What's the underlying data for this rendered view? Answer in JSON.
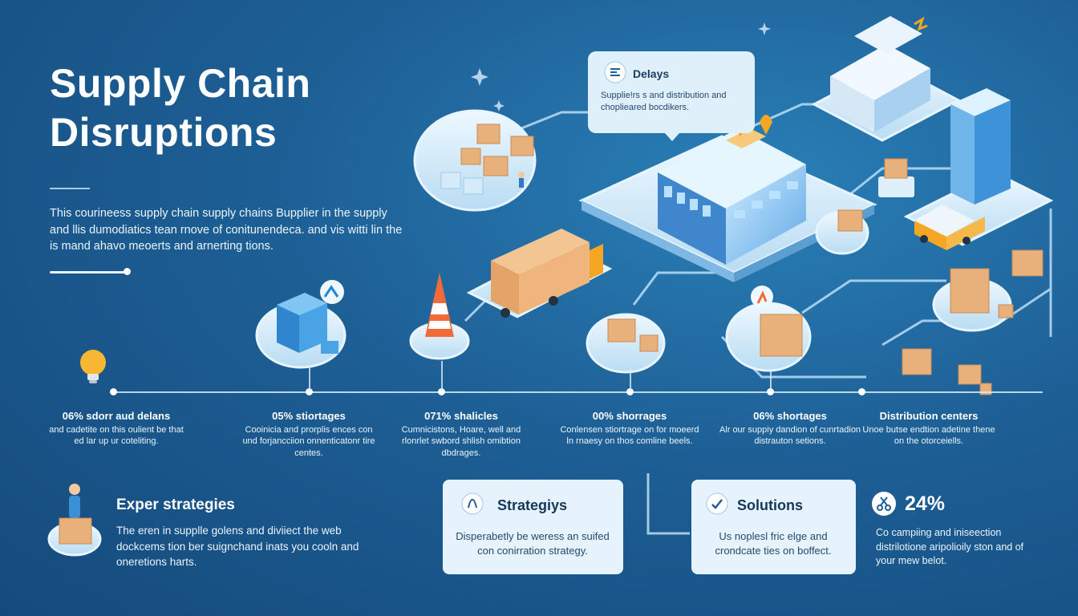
{
  "header": {
    "title_line1": "Supply Chain",
    "title_line2": "Disruptions",
    "intro": "This courineess supply chain supply chains Bupplier in the supply and llis dumodiatics tean rnove of conitunendeca. and vis witti lin the is mand ahavo meoerts and arnerting tions."
  },
  "callout": {
    "title": "Delays",
    "body": "Supplie!rs s and distribution and choplieared bocdikers."
  },
  "stats": [
    {
      "heading": "06% sdorr aud delans",
      "body": "and cadetite on this oulient be that ed lar up ur coteliting."
    },
    {
      "heading": "05% stiortages",
      "body": "Cooinicia and prorplis ences con und forjancciion onnenticatonr tire centes."
    },
    {
      "heading": "071% shalicles",
      "body": "Cumnicistons, Hoare, well and rlonrlet swbord shlish omibtion dbdrages."
    },
    {
      "heading": "00% shorrages",
      "body": "Conlensen stiortrage on for moeerd ln rnaesy on thos comline beels."
    },
    {
      "heading": "06% shortages",
      "body": "Alr our suppiy dandion of cunrtadion distrauton setions."
    },
    {
      "heading": "Distribution centers",
      "body": "Unoe butse endtion adetine thene on the otorceiells."
    }
  ],
  "expert": {
    "title": "Exper strategies",
    "body": "The eren in supplle golens and diviiect the web dockcems tion ber suignchand inats you cooln and oneretions harts."
  },
  "cards": {
    "strategies": {
      "title": "Strategiys",
      "body": "Disperabetly be weress an suifed con conirration strategy."
    },
    "solutions": {
      "title": "Solutions",
      "body": "Us noplesl fric elge and crondcate ties on boffect."
    }
  },
  "percent": {
    "title": "24%",
    "body": "Co campiing and iniseection distrilotione aripolioily ston and of your mew belot."
  },
  "icons": [
    "lightbulb-icon",
    "delays-icon",
    "strategy-icon",
    "checkmark-icon",
    "scissors-icon",
    "alert-pin-icon"
  ],
  "colors": {
    "background": "#1d5f95",
    "card": "#e6f3fc",
    "accent_orange": "#f5a623",
    "box": "#e8b07a"
  }
}
